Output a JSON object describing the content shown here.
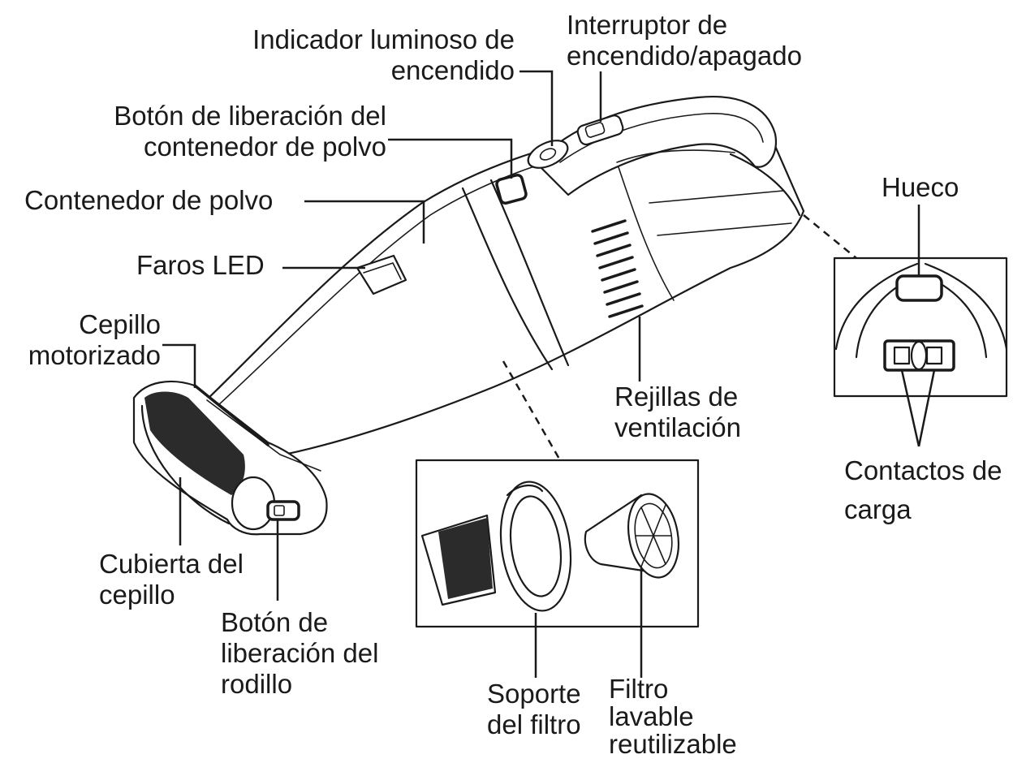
{
  "labels": {
    "power_indicator": [
      "Indicador luminoso de",
      "encendido"
    ],
    "power_switch": [
      "Interruptor de",
      "encendido/apagado"
    ],
    "dust_release": [
      "Botón de liberación del",
      "contenedor de polvo"
    ],
    "dust_container": [
      "Contenedor de polvo"
    ],
    "led_lights": [
      "Faros LED"
    ],
    "motorized_brush": [
      "Cepillo",
      "motorizado"
    ],
    "brush_cover": [
      "Cubierta del",
      "cepillo"
    ],
    "roller_release": [
      "Botón de",
      "liberación del",
      "rodillo"
    ],
    "vents": [
      "Rejillas de",
      "ventilación"
    ],
    "filter_holder": [
      "Soporte",
      "del filtro"
    ],
    "washable_filter": [
      "Filtro",
      "lavable",
      "reutilizable"
    ],
    "slot": [
      "Hueco"
    ],
    "charging_contacts": [
      "Contactos de",
      "carga"
    ]
  }
}
